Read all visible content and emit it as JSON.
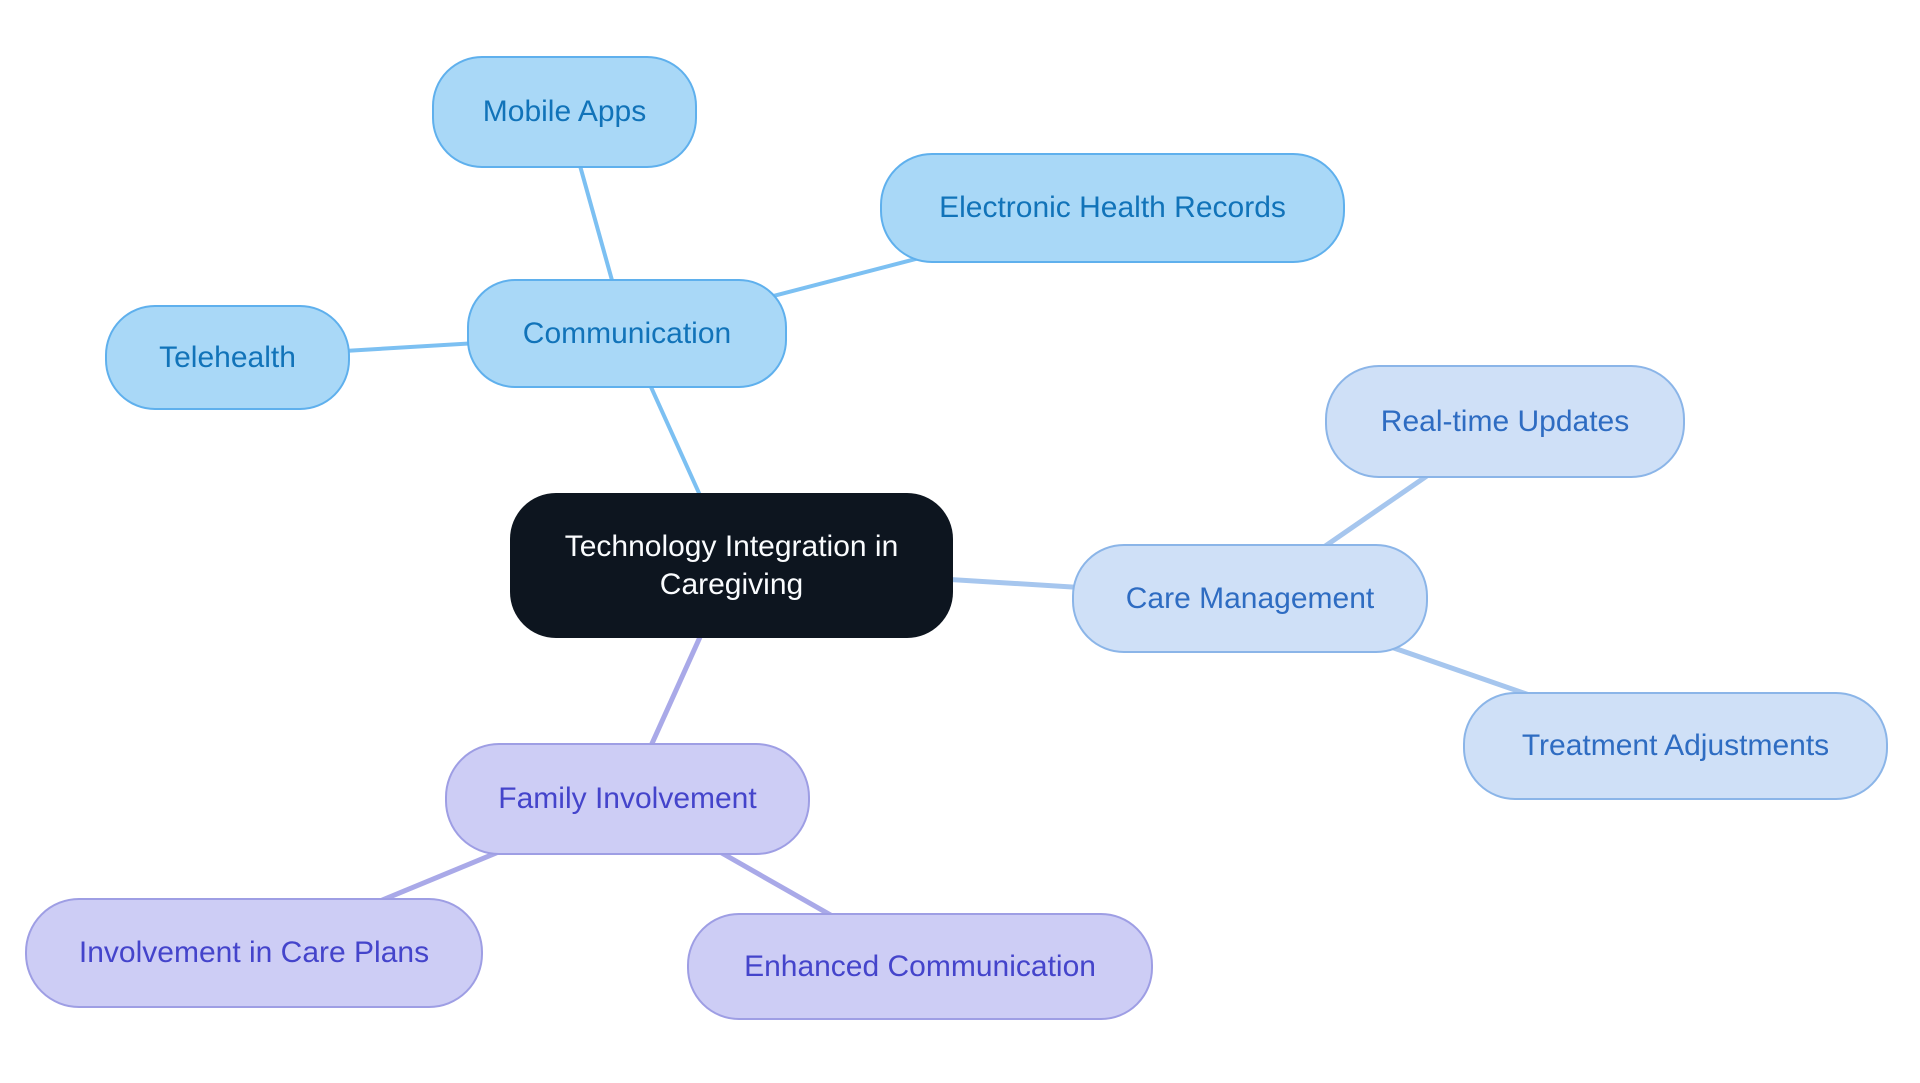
{
  "page": {
    "background": "#ffffff"
  },
  "mindmap": {
    "center": {
      "label": "Technology Integration in Caregiving",
      "fill": "#0d151f",
      "text_color": "#fafcfe"
    },
    "branches": [
      {
        "label": "Communication",
        "fill": "#a9d8f7",
        "stroke": "#5fb0ed",
        "text_color": "#1173b9",
        "edge_color": "#7cc0f2",
        "children": [
          {
            "label": "Mobile Apps"
          },
          {
            "label": "Electronic Health Records"
          },
          {
            "label": "Telehealth"
          }
        ]
      },
      {
        "label": "Care Management",
        "fill": "#cfe0f7",
        "stroke": "#8bb5e8",
        "text_color": "#2e6cc2",
        "edge_color": "#a6c6ee",
        "children": [
          {
            "label": "Real-time Updates"
          },
          {
            "label": "Treatment Adjustments"
          }
        ]
      },
      {
        "label": "Family Involvement",
        "fill": "#cdcdf5",
        "stroke": "#9e9ee4",
        "text_color": "#4444cb",
        "edge_color": "#a9a9e8",
        "children": [
          {
            "label": "Involvement in Care Plans"
          },
          {
            "label": "Enhanced Communication"
          }
        ]
      }
    ]
  }
}
